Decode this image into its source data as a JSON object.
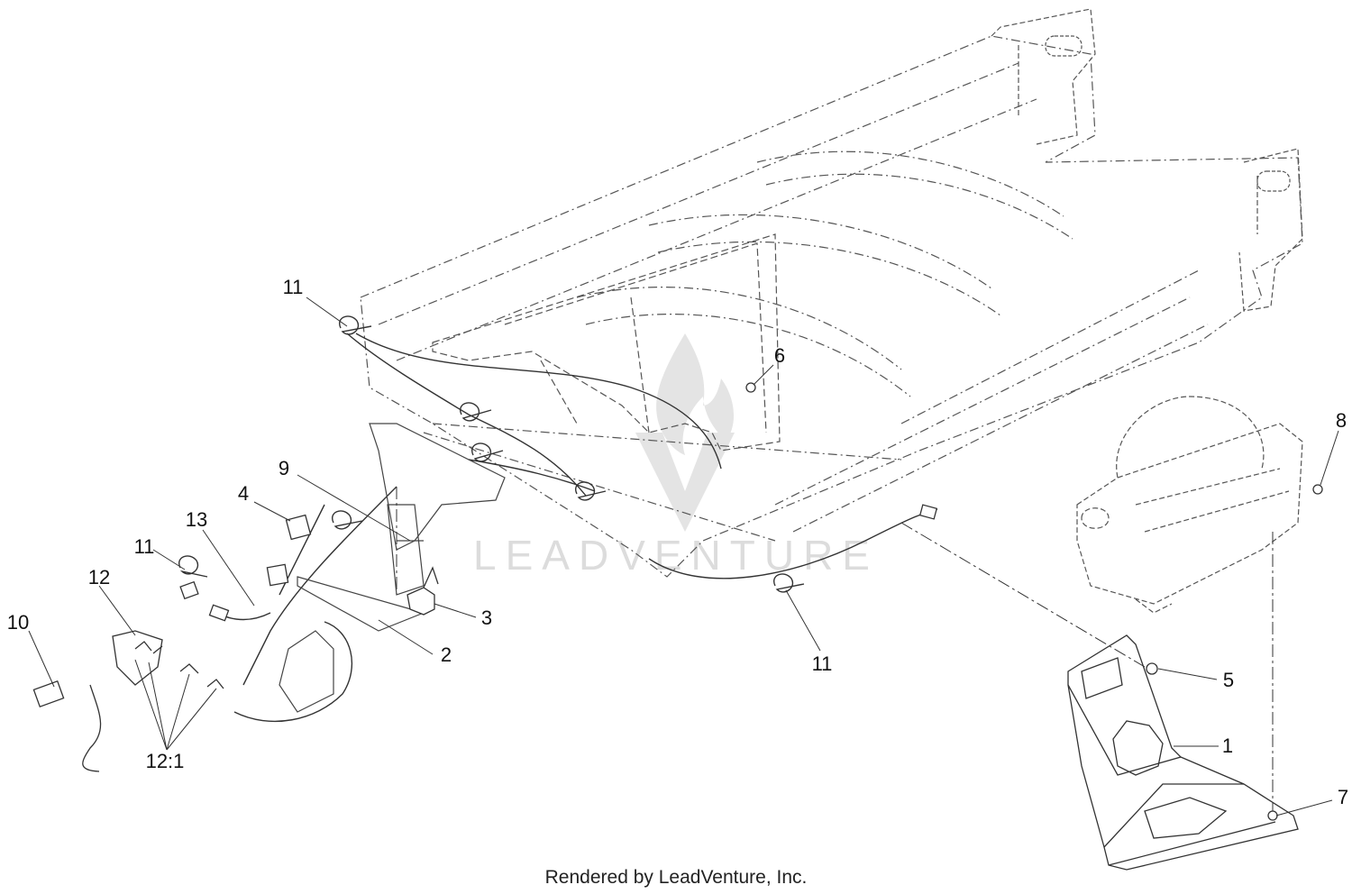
{
  "watermark": {
    "brand": "LEADVENTURE"
  },
  "footer": {
    "text": "Rendered by LeadVenture, Inc."
  },
  "callouts": [
    {
      "id": "c11a",
      "label": "11"
    },
    {
      "id": "c6",
      "label": "6"
    },
    {
      "id": "c8",
      "label": "8"
    },
    {
      "id": "c9",
      "label": "9"
    },
    {
      "id": "c4",
      "label": "4"
    },
    {
      "id": "c13",
      "label": "13"
    },
    {
      "id": "c11b",
      "label": "11"
    },
    {
      "id": "c12",
      "label": "12"
    },
    {
      "id": "c10",
      "label": "10"
    },
    {
      "id": "c3",
      "label": "3"
    },
    {
      "id": "c2",
      "label": "2"
    },
    {
      "id": "c11c",
      "label": "11"
    },
    {
      "id": "c5",
      "label": "5"
    },
    {
      "id": "c1",
      "label": "1"
    },
    {
      "id": "c121",
      "label": "12:1"
    },
    {
      "id": "c7",
      "label": "7"
    }
  ],
  "colors": {
    "line": "#333333",
    "faint": "#999999",
    "watermark": "#dcdcdc"
  }
}
